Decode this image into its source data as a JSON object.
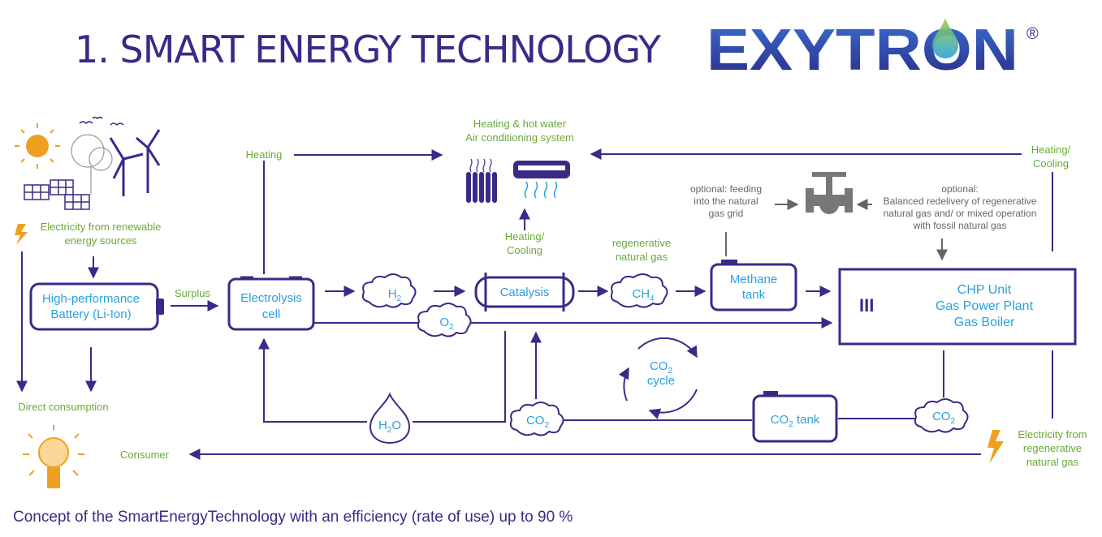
{
  "title": "1. SMART ENERGY TECHNOLOGY",
  "logo": {
    "text": "EXYTRON",
    "registered": "®"
  },
  "caption": "Concept of the SmartEnergyTechnology with an efficiency (rate of use) up to 90 %",
  "colors": {
    "primary": "#3a2a88",
    "label_green": "#6aaa36",
    "label_blue": "#2aa0dc",
    "grey": "#666666",
    "sun": "#f0a020"
  },
  "labels": {
    "renewable_1": "Electricity from renewable",
    "renewable_2": "energy sources",
    "heating": "Heating",
    "heating_hot_water": "Heating & hot water",
    "air_conditioning": "Air conditioning system",
    "heating_cooling_right_1": "Heating/",
    "heating_cooling_right_2": "Cooling",
    "heating_cooling_mid_1": "Heating/",
    "heating_cooling_mid_2": "Cooling",
    "optional_feed_1": "optional: feeding",
    "optional_feed_2": "into the natural",
    "optional_feed_3": "gas grid",
    "optional_redeliv_1": "optional:",
    "optional_redeliv_2": "Balanced redelivery of regenerative",
    "optional_redeliv_3": "natural gas and/ or mixed operation",
    "optional_redeliv_4": "with fossil natural gas",
    "regen_gas_1": "regenerative",
    "regen_gas_2": "natural gas",
    "surplus": "Surplus",
    "direct_consumption": "Direct consumption",
    "consumer": "Consumer",
    "electricity_regen_1": "Electricity from",
    "electricity_regen_2": "regenerative",
    "electricity_regen_3": "natural gas"
  },
  "nodes": {
    "battery_1": "High-performance",
    "battery_2": "Battery (Li-Ion)",
    "electrolysis_1": "Electrolysis",
    "electrolysis_2": "cell",
    "catalysis": "Catalysis",
    "methane_1": "Methane",
    "methane_2": "tank",
    "chp_1": "CHP Unit",
    "chp_2": "Gas Power Plant",
    "chp_3": "Gas Boiler",
    "chp_marker": "III",
    "co2_tank": "CO",
    "co2_tank_sub": "2",
    "co2_tank_suffix": " tank"
  },
  "molecules": {
    "h2": "H",
    "h2_sub": "2",
    "o2": "O",
    "o2_sub": "2",
    "ch4": "CH",
    "ch4_sub": "4",
    "h2o": "H",
    "h2o_sub": "2",
    "h2o_suffix": "O",
    "co2_left": "CO",
    "co2_left_sub": "2",
    "co2_right": "CO",
    "co2_right_sub": "2",
    "co2_cycle": "CO",
    "co2_cycle_sub": "2",
    "cycle_word": "cycle"
  }
}
